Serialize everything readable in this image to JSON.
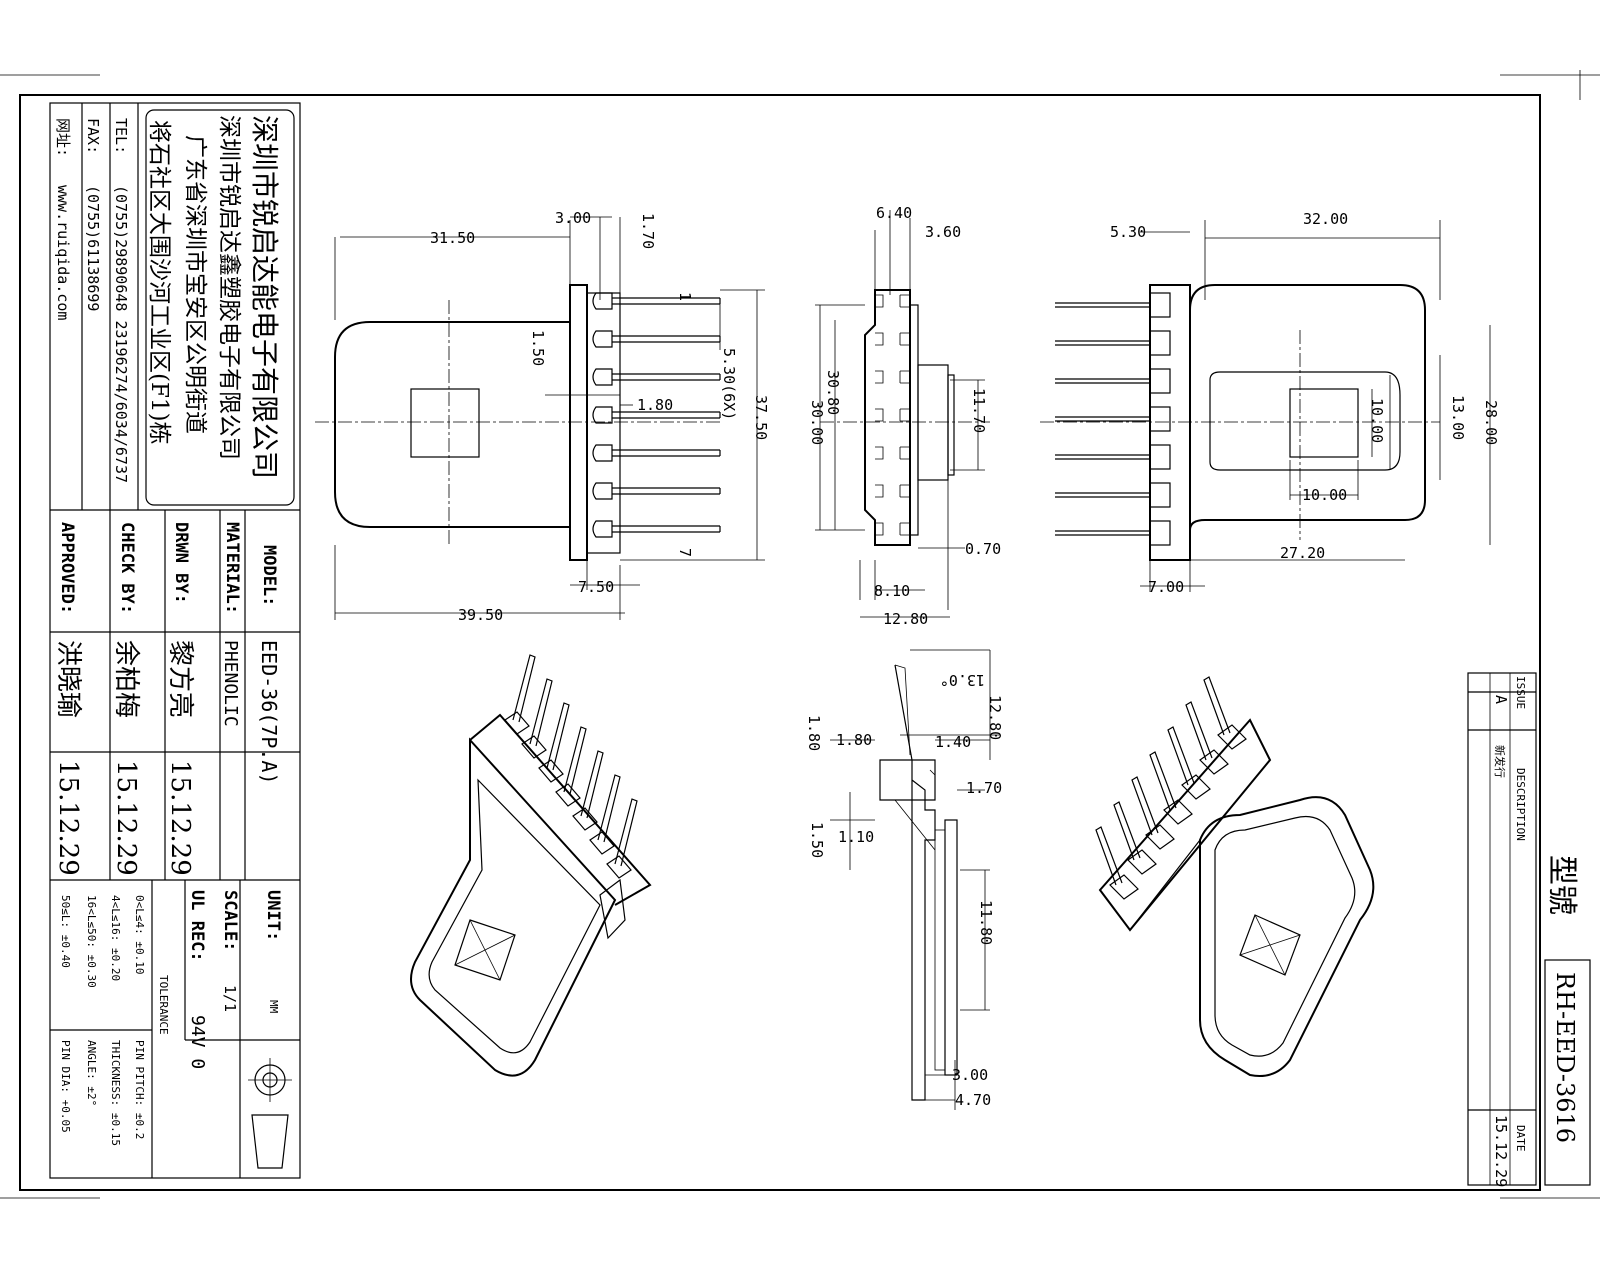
{
  "title_block": {
    "company_name": "深圳市锐启达能电子有限公司",
    "company_sub": "深圳市锐启达鑫塑胶电子有限公司",
    "address_1": "广东省深圳市宝安区公明街道",
    "address_2": "将石社区大围沙河工业区(F1)栋",
    "tel_label": "TEL:",
    "tel_value": "(0755)29890648  23196274/6034/6737",
    "fax_label": "FAX:",
    "fax_value": "(0755)61138699",
    "web_label": "网址:",
    "web_value": "www.ruiqida.com",
    "model_label": "MODEL:",
    "model_value": "EED-36(7P.A)",
    "material_label": "MATERIAL:",
    "material_value": "PHENOLIC",
    "drwn_label": "DRWN BY:",
    "drwn_name": "黎方亮",
    "drwn_date": "15.12.29",
    "check_label": "CHECK BY:",
    "check_name": "余柏梅",
    "check_date": "15.12.29",
    "approved_label": "APPROVED:",
    "approved_name": "洪晓瑜",
    "approved_date": "15.12.29",
    "unit_label": "UNIT:",
    "unit_value": "MM",
    "scale_label": "SCALE:",
    "scale_value": "1/1",
    "ul_label": "UL REC:",
    "ul_value": "94V 0",
    "tolerance_title": "TOLERANCE",
    "tol_1": "0<L≤4: ±0.10",
    "tol_2": "4<L≤16: ±0.20",
    "tol_3": "16<L≤50: ±0.30",
    "tol_4": "50≤L: ±0.40",
    "tol_5": "PIN PITCH: ±0.2",
    "tol_6": "THICKNESS: ±0.15",
    "tol_7": "ANGLE: ±2°",
    "tol_8": "PIN DIA: +0.05"
  },
  "revision_block": {
    "issue_label": "ISSUE",
    "issue_value": "A",
    "description_label": "DESCRIPTION",
    "description_value": "新发行",
    "date_label": "DATE",
    "date_value": "15.12.29",
    "type_label": "型號",
    "type_value": "RH-EED-3616"
  },
  "dimensions": {
    "front": {
      "d_31_50": "31.50",
      "d_3_00": "3.00",
      "d_1_70": "1.70",
      "d_1_50": "1.50",
      "d_5_30": "5.30(6X)",
      "d_1_80": "1.80",
      "d_37_50": "37.50",
      "d_7_50": "7.50",
      "d_39_50": "39.50",
      "pin_1": "1",
      "pin_7": "7"
    },
    "side": {
      "d_6_40": "6.40",
      "d_3_60": "3.60",
      "d_30_80": "30.80",
      "d_30_00": "30.00",
      "d_11_70": "11.70",
      "d_0_70": "0.70",
      "d_8_10": "8.10",
      "d_12_80": "12.80"
    },
    "rear": {
      "d_5_30": "5.30",
      "d_32_00": "32.00",
      "d_10_00": "10.00",
      "d_13_00": "13.00",
      "d_28_00": "28.00",
      "d_10_00_h": "10.00",
      "d_27_20": "27.20",
      "d_7_00": "7.00"
    },
    "section": {
      "d_13_0": "13.0°",
      "d_12_80": "12.80",
      "d_1_80a": "1.80",
      "d_1_80b": "1.80",
      "d_1_40": "1.40",
      "d_1_70": "1.70",
      "d_1_10": "1.10",
      "d_1_50": "1.50",
      "d_11_80": "11.80",
      "d_3_00": "3.00",
      "d_4_70": "4.70"
    }
  }
}
